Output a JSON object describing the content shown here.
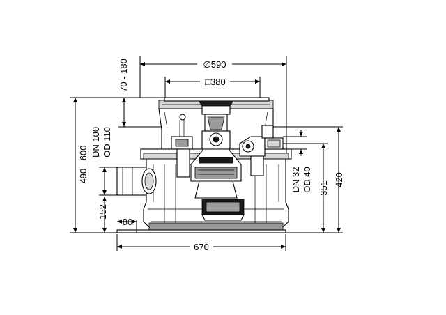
{
  "dimensions": {
    "diameter_top": "∅590",
    "square_frame": "□380",
    "frame_height": "70 - 180",
    "total_height": "490 - 600",
    "inlet_label_1": "DN 100",
    "inlet_label_2": "OD 110",
    "inlet_height": "152",
    "inlet_offset": "80",
    "base_width": "670",
    "outlet_label_1": "DN 32",
    "outlet_label_2": "OD 40",
    "outlet_height": "351",
    "body_height": "420"
  }
}
